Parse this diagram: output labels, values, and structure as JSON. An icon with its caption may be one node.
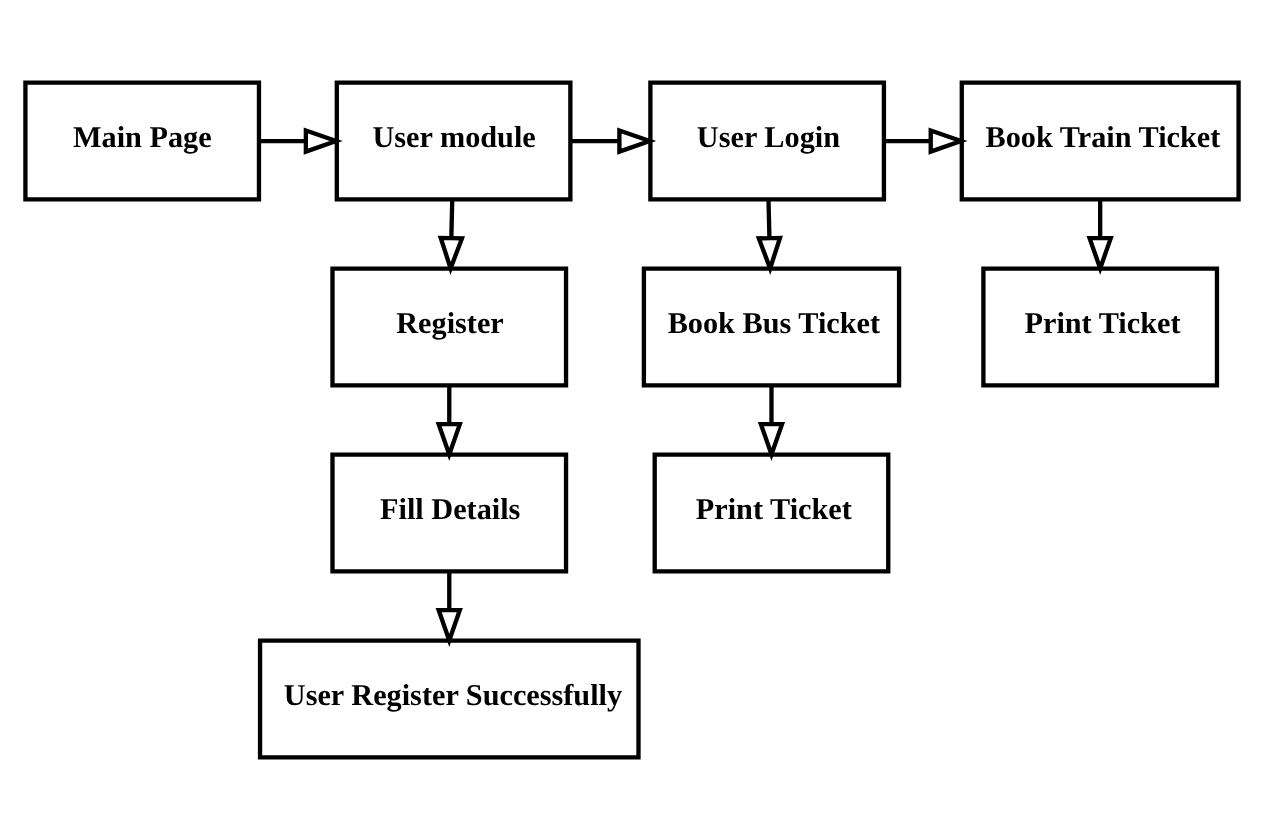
{
  "diagram": {
    "nodes": [
      {
        "text": [
          "Main Page"
        ]
      },
      {
        "text": [
          "User module"
        ]
      },
      {
        "text": [
          "User Login"
        ]
      },
      {
        "text": [
          "Book Train Ticket"
        ]
      },
      {
        "text": [
          "Register"
        ]
      },
      {
        "text": [
          "Book Bus Ticket"
        ]
      },
      {
        "text": [
          "Print Ticket"
        ]
      },
      {
        "text": [
          "Fill Details"
        ]
      },
      {
        "text": [
          "Print Ticket"
        ]
      },
      {
        "text": [
          "User Register Successfully"
        ]
      }
    ],
    "edges": [
      {
        "from": 0,
        "to": 1,
        "arrow": "to"
      },
      {
        "from": 1,
        "to": 2,
        "arrow": "to"
      },
      {
        "from": 2,
        "to": 3,
        "arrow": "to"
      },
      {
        "from": 1,
        "to": 4,
        "arrow": "to"
      },
      {
        "from": 2,
        "to": 5,
        "arrow": "to"
      },
      {
        "from": 3,
        "to": 6,
        "arrow": "to"
      },
      {
        "from": 4,
        "to": 7,
        "arrow": "to"
      },
      {
        "from": 5,
        "to": 8,
        "arrow": "to"
      },
      {
        "from": 7,
        "to": 9,
        "arrow": "to"
      }
    ]
  }
}
